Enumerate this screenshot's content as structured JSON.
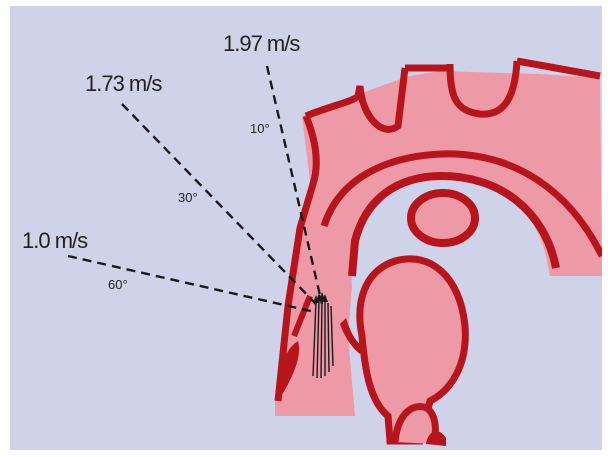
{
  "diagram": {
    "colors": {
      "background": "#cfd3ea",
      "vessel_fill": "#ee9aa6",
      "vessel_wall": "#b8141c",
      "line": "#1a1a1a"
    },
    "beams": [
      {
        "velocity": "1.97 m/s",
        "angle": "10°"
      },
      {
        "velocity": "1.73 m/s",
        "angle": "30°"
      },
      {
        "velocity": "1.0 m/s",
        "angle": "60°"
      }
    ]
  }
}
